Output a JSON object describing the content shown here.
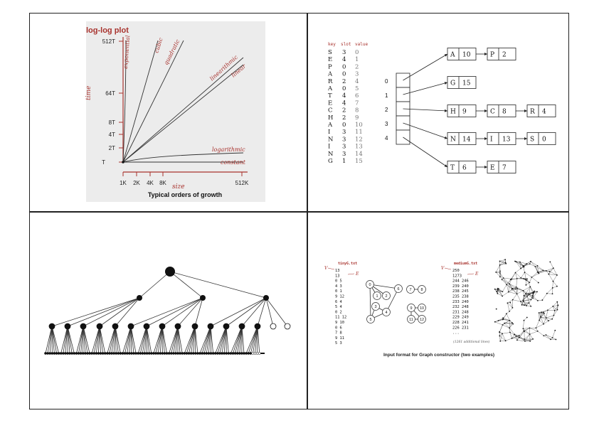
{
  "loglog": {
    "title": "log-log plot",
    "ylabel": "time",
    "xlabel": "size",
    "caption": "Typical orders of growth",
    "yticks": [
      "512T",
      "64T",
      "8T",
      "4T",
      "2T",
      "T"
    ],
    "xticks": [
      "1K",
      "2K",
      "4K",
      "8K",
      "512K"
    ],
    "curves": {
      "exponential": "exponential",
      "cubic": "cubic",
      "quadratic": "quadratic",
      "linearithmic": "linearithmic",
      "linear": "linear",
      "logarithmic": "logarithmic",
      "constant": "constant"
    },
    "colors": {
      "accent": "#a8322d",
      "background": "#ececec"
    }
  },
  "hashtable": {
    "headers": [
      "key",
      "slot",
      "value"
    ],
    "rows": [
      [
        "S",
        "3",
        "0"
      ],
      [
        "E",
        "4",
        "1"
      ],
      [
        "P",
        "0",
        "2"
      ],
      [
        "A",
        "0",
        "3"
      ],
      [
        "R",
        "2",
        "4"
      ],
      [
        "A",
        "0",
        "5"
      ],
      [
        "T",
        "4",
        "6"
      ],
      [
        "E",
        "4",
        "7"
      ],
      [
        "C",
        "2",
        "8"
      ],
      [
        "H",
        "2",
        "9"
      ],
      [
        "A",
        "0",
        "10"
      ],
      [
        "I",
        "3",
        "11"
      ],
      [
        "N",
        "3",
        "12"
      ],
      [
        "I",
        "3",
        "13"
      ],
      [
        "N",
        "3",
        "14"
      ],
      [
        "G",
        "1",
        "15"
      ]
    ],
    "slots": [
      "0",
      "1",
      "2",
      "3",
      "4"
    ],
    "chains": [
      [
        [
          "A",
          "10"
        ],
        [
          "P",
          "2"
        ]
      ],
      [
        [
          "G",
          "15"
        ]
      ],
      [
        [
          "H",
          "9"
        ],
        [
          "C",
          "8"
        ],
        [
          "R",
          "4"
        ]
      ],
      [
        [
          "N",
          "14"
        ],
        [
          "I",
          "13"
        ],
        [
          "S",
          "0"
        ]
      ],
      [
        [
          "T",
          "6"
        ],
        [
          "E",
          "7"
        ]
      ]
    ]
  },
  "graph": {
    "left_file": "tinyG.txt",
    "right_file": "mediumG.txt",
    "v_label": "V",
    "e_label": "E",
    "left_lines": [
      "13",
      "13",
      "0 5",
      "4 3",
      "0 1",
      "9 12",
      "6 4",
      "5 4",
      "0 2",
      "11 12",
      "9 10",
      "0 6",
      "7 8",
      "9 11",
      "5 3"
    ],
    "right_lines": [
      "250",
      "1273",
      "244 246",
      "239 240",
      "238 245",
      "235 238",
      "233 240",
      "232 248",
      "231 248",
      "229 249",
      "228 241",
      "226 231",
      "..."
    ],
    "additional": "(1261 additional lines)",
    "node_labels": [
      "0",
      "1",
      "2",
      "3",
      "4",
      "5",
      "6",
      "7",
      "8",
      "9",
      "10",
      "11",
      "12"
    ],
    "caption": "Input format for Graph constructor (two examples)",
    "colors": {
      "accent": "#a8322d"
    }
  }
}
